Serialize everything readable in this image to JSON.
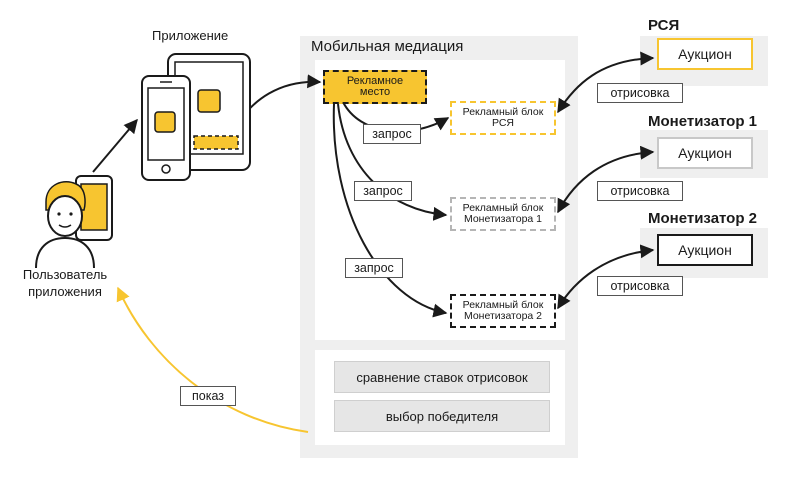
{
  "app_label": "Приложение",
  "user_label_line1": "Пользователь",
  "user_label_line2": "приложения",
  "mediation_title": "Мобильная медиация",
  "ad_place_line1": "Рекламное",
  "ad_place_line2": "место",
  "request_label": "запрос",
  "show_label": "показ",
  "render_label": "отрисовка",
  "blocks": [
    {
      "line1": "Рекламный блок",
      "line2": "РСЯ"
    },
    {
      "line1": "Рекламный блок",
      "line2": "Монетизатора 1"
    },
    {
      "line1": "Рекламный блок",
      "line2": "Монетизатора 2"
    }
  ],
  "networks": [
    {
      "title": "РСЯ",
      "auction": "Аукцион"
    },
    {
      "title": "Монетизатор 1",
      "auction": "Аукцион"
    },
    {
      "title": "Монетизатор 2",
      "auction": "Аукцион"
    }
  ],
  "compare_label": "сравнение ставок отрисовок",
  "winner_label": "выбор победителя",
  "colors": {
    "accent": "#f7c530",
    "panel": "#efefef",
    "line": "#1a1a1a",
    "muted": "#9a9a9a"
  }
}
